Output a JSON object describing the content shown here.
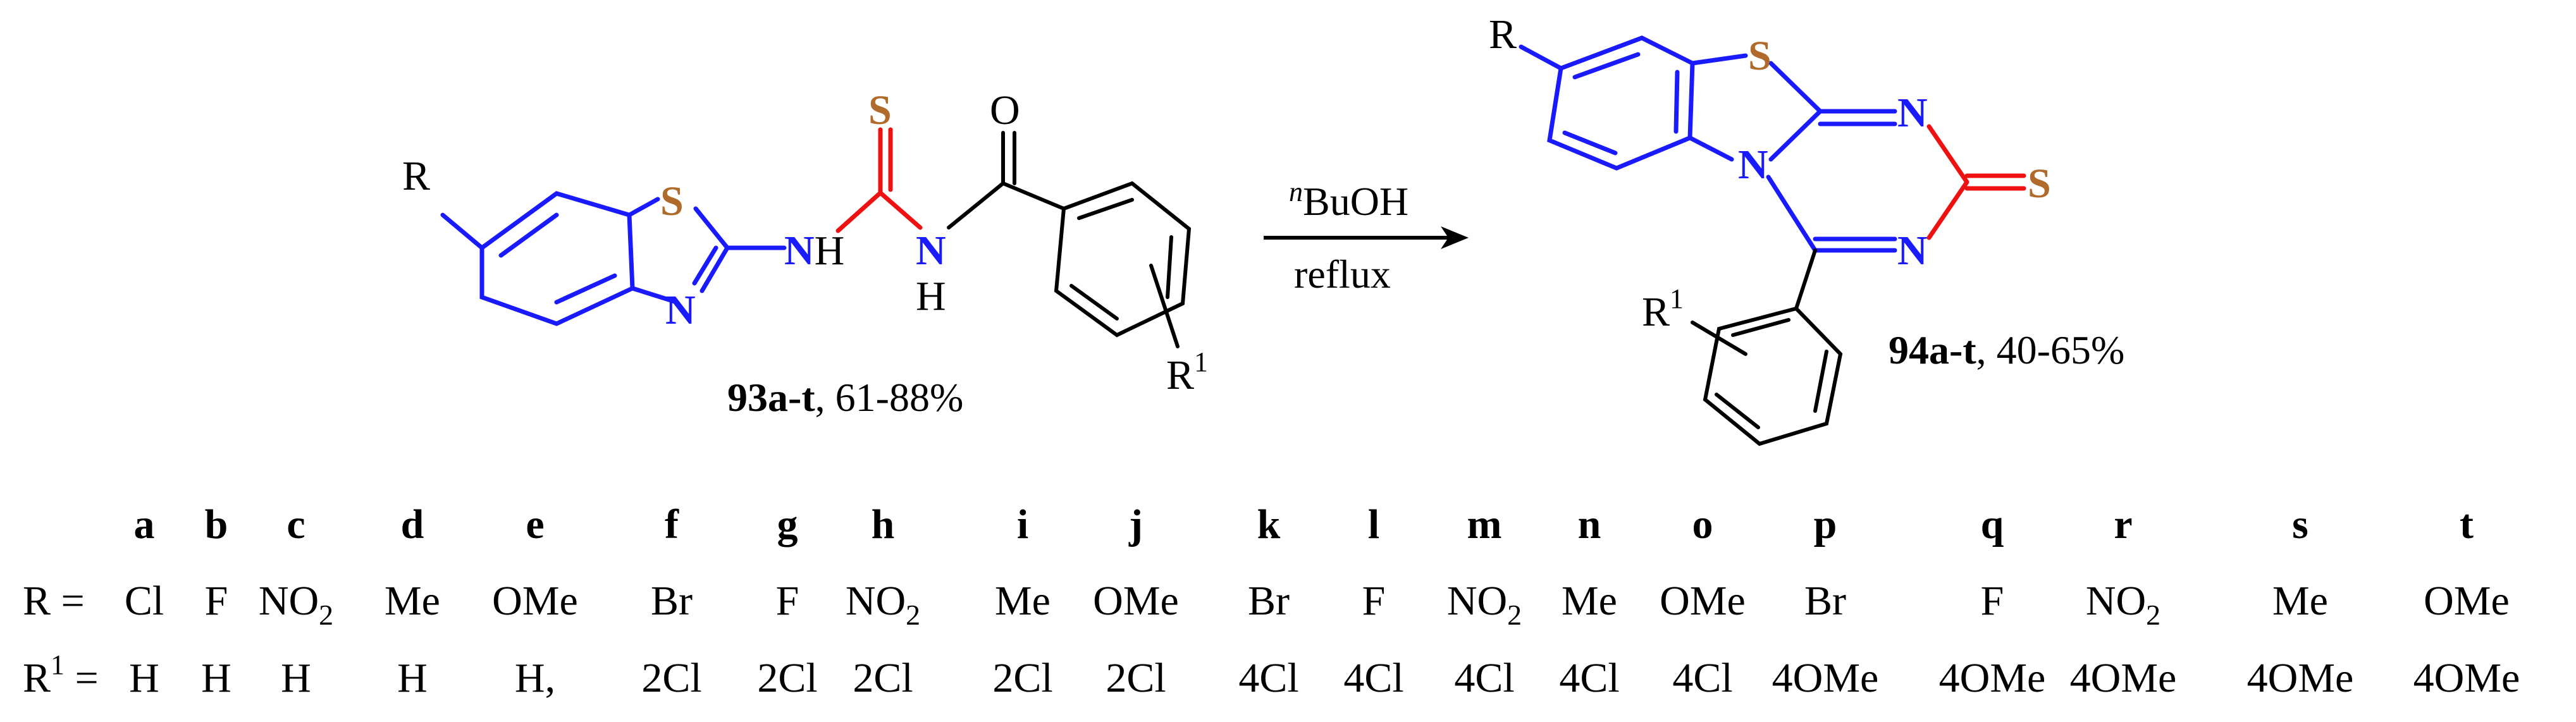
{
  "colors": {
    "benzothiazole": "#1a1aff",
    "thiourea": "#ee1111",
    "sulfur": "#b06a2a",
    "nitrogen": "#1a1aff",
    "black": "#000000"
  },
  "reactant": {
    "substituent_r": "R",
    "substituent_r1": "R",
    "r1_sup": "1",
    "atoms": {
      "S_ring": "S",
      "N_ring": "N",
      "NH": "NH",
      "N_amide": "N",
      "H_amide": "H",
      "S_thio": "S",
      "O": "O"
    },
    "label": "93a-t",
    "yield": ", 61-88%"
  },
  "arrow": {
    "reagent_prefix": "n",
    "reagent": "BuOH",
    "condition": "reflux"
  },
  "product": {
    "substituent_r": "R",
    "substituent_r1": "R",
    "r1_sup": "1",
    "atoms": {
      "S_ring": "S",
      "N_bridge": "N",
      "N_top": "N",
      "N_bottom": "N",
      "S_thione": "S"
    },
    "label": "94a-t",
    "yield": ", 40-65%"
  },
  "table": {
    "r_label": "R =",
    "r1_label_main": "R",
    "r1_label_sup": "1",
    "r1_label_eq": " =",
    "columns": [
      {
        "id": "a",
        "r": "Cl",
        "r1": "H"
      },
      {
        "id": "b",
        "r": "F",
        "r1": "H"
      },
      {
        "id": "c",
        "r": "NO",
        "r_sub": "2",
        "r1": "H"
      },
      {
        "id": "d",
        "r": "Me",
        "r1": "H"
      },
      {
        "id": "e",
        "r": "OMe",
        "r1": "H,"
      },
      {
        "id": "f",
        "r": "Br",
        "r1": "2Cl"
      },
      {
        "id": "g",
        "r": "F",
        "r1": "2Cl"
      },
      {
        "id": "h",
        "r": "NO",
        "r_sub": "2",
        "r1": "2Cl"
      },
      {
        "id": "i",
        "r": "Me",
        "r1": "2Cl"
      },
      {
        "id": "j",
        "r": "OMe",
        "r1": "2Cl"
      },
      {
        "id": "k",
        "r": "Br",
        "r1": "4Cl"
      },
      {
        "id": "l",
        "r": "F",
        "r1": "4Cl"
      },
      {
        "id": "m",
        "r": "NO",
        "r_sub": "2",
        "r1": "4Cl"
      },
      {
        "id": "n",
        "r": "Me",
        "r1": "4Cl"
      },
      {
        "id": "o",
        "r": "OMe",
        "r1": "4Cl"
      },
      {
        "id": "p",
        "r": "Br",
        "r1": "4OMe"
      },
      {
        "id": "q",
        "r": "F",
        "r1": "4OMe"
      },
      {
        "id": "r",
        "r": "NO",
        "r_sub": "2",
        "r1": "4OMe"
      },
      {
        "id": "s",
        "r": "Me",
        "r1": "4OMe"
      },
      {
        "id": "t",
        "r": "OMe",
        "r1": "4OMe"
      }
    ]
  }
}
